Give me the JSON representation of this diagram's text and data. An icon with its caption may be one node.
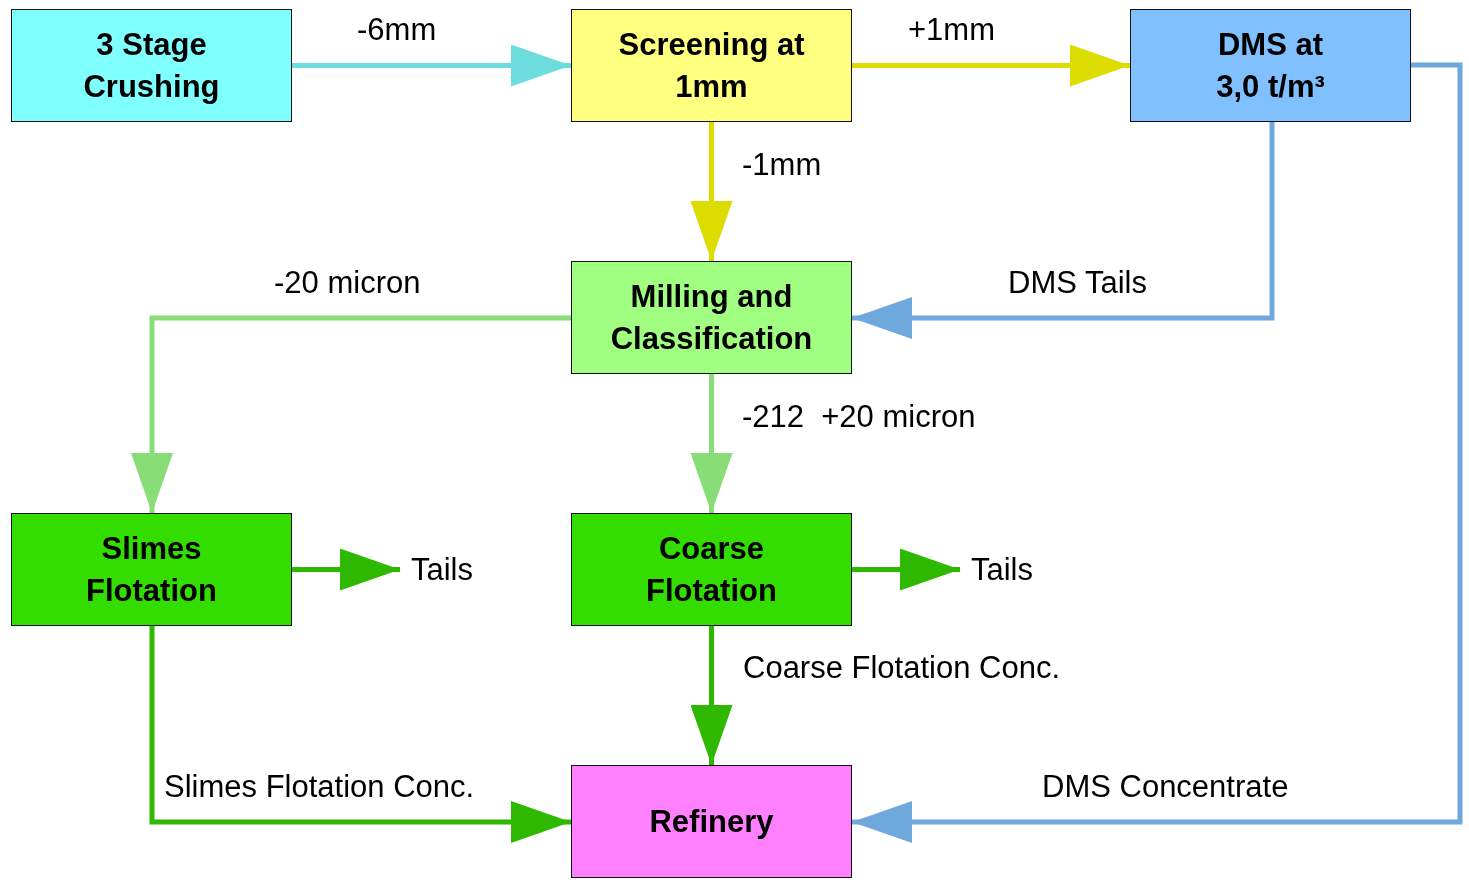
{
  "diagram": {
    "nodes": [
      {
        "text": [
          "3 Stage Crushing"
        ]
      },
      {
        "text": [
          "Screening at  1mm"
        ]
      },
      {
        "text": [
          "DMS at 3,0 t/m³"
        ]
      },
      {
        "text": [
          "Milling and Classification"
        ]
      },
      {
        "text": [
          "Slimes Flotation"
        ]
      },
      {
        "text": [
          "Coarse Flotation"
        ]
      },
      {
        "text": [
          "Tails"
        ]
      },
      {
        "text": [
          "Tails"
        ]
      },
      {
        "text": [
          "Refinery"
        ]
      }
    ],
    "edges": [
      {
        "from": 0,
        "to": 1,
        "arrow": "to",
        "label": "-6mm",
        "color": "#6cdcdc"
      },
      {
        "from": 1,
        "to": 2,
        "arrow": "to",
        "label": "+1mm",
        "color": "#dcdc00"
      },
      {
        "from": 1,
        "to": 3,
        "arrow": "to",
        "label": "-1mm",
        "color": "#dcdc00"
      },
      {
        "from": 2,
        "to": 3,
        "arrow": "to",
        "label": "DMS Tails",
        "color": "#6fa8dc"
      },
      {
        "from": 3,
        "to": 4,
        "arrow": "to",
        "label": "-20 micron",
        "color": "#88dd77"
      },
      {
        "from": 3,
        "to": 5,
        "arrow": "to",
        "label": "-212  +20 micron",
        "color": "#88dd77"
      },
      {
        "from": 4,
        "to": 6,
        "arrow": "to",
        "color": "#2eb800"
      },
      {
        "from": 5,
        "to": 7,
        "arrow": "to",
        "color": "#2eb800"
      },
      {
        "from": 5,
        "to": 8,
        "arrow": "to",
        "label": "Coarse Flotation Conc.",
        "color": "#2eb800"
      },
      {
        "from": 4,
        "to": 8,
        "arrow": "to",
        "label": "Slimes Flotation Conc.",
        "color": "#2eb800"
      },
      {
        "from": 2,
        "to": 8,
        "arrow": "to",
        "label": "DMS Concentrate",
        "color": "#6fa8dc"
      }
    ]
  }
}
